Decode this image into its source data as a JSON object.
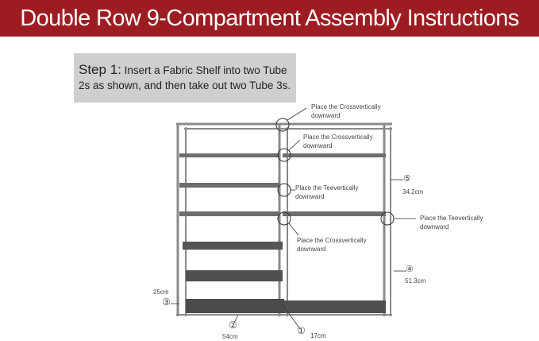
{
  "header": {
    "title": "Double Row 9-Compartment Assembly Instructions",
    "bg_color": "#9d1c22",
    "text_color": "#ffffff"
  },
  "step": {
    "label": "Step 1:",
    "text": "Insert a Fabric Shelf into two Tube 2s as shown, and then take out two Tube 3s.",
    "box_color": "#cfcfcf"
  },
  "annotations": {
    "a1": {
      "line1": "Place the Crossvertically",
      "line2": "downward"
    },
    "a2": {
      "line1": "Place the Crossvertically",
      "line2": "downward"
    },
    "a3": {
      "line1": "Place the Teevertically",
      "line2": "downward"
    },
    "a4": {
      "line1": "Place the Teevertically",
      "line2": "downward"
    },
    "a5": {
      "line1": "Place the Crossvertically",
      "line2": "downward"
    }
  },
  "parts": {
    "p1": {
      "marker": "①",
      "dim": "17cm"
    },
    "p2": {
      "marker": "②",
      "dim": "54cm"
    },
    "p3": {
      "marker": "③",
      "dim": "25cm"
    },
    "p4": {
      "marker": "④",
      "dim": "51.3cm"
    },
    "p5": {
      "marker": "⑤",
      "dim": "34.2cm"
    }
  }
}
